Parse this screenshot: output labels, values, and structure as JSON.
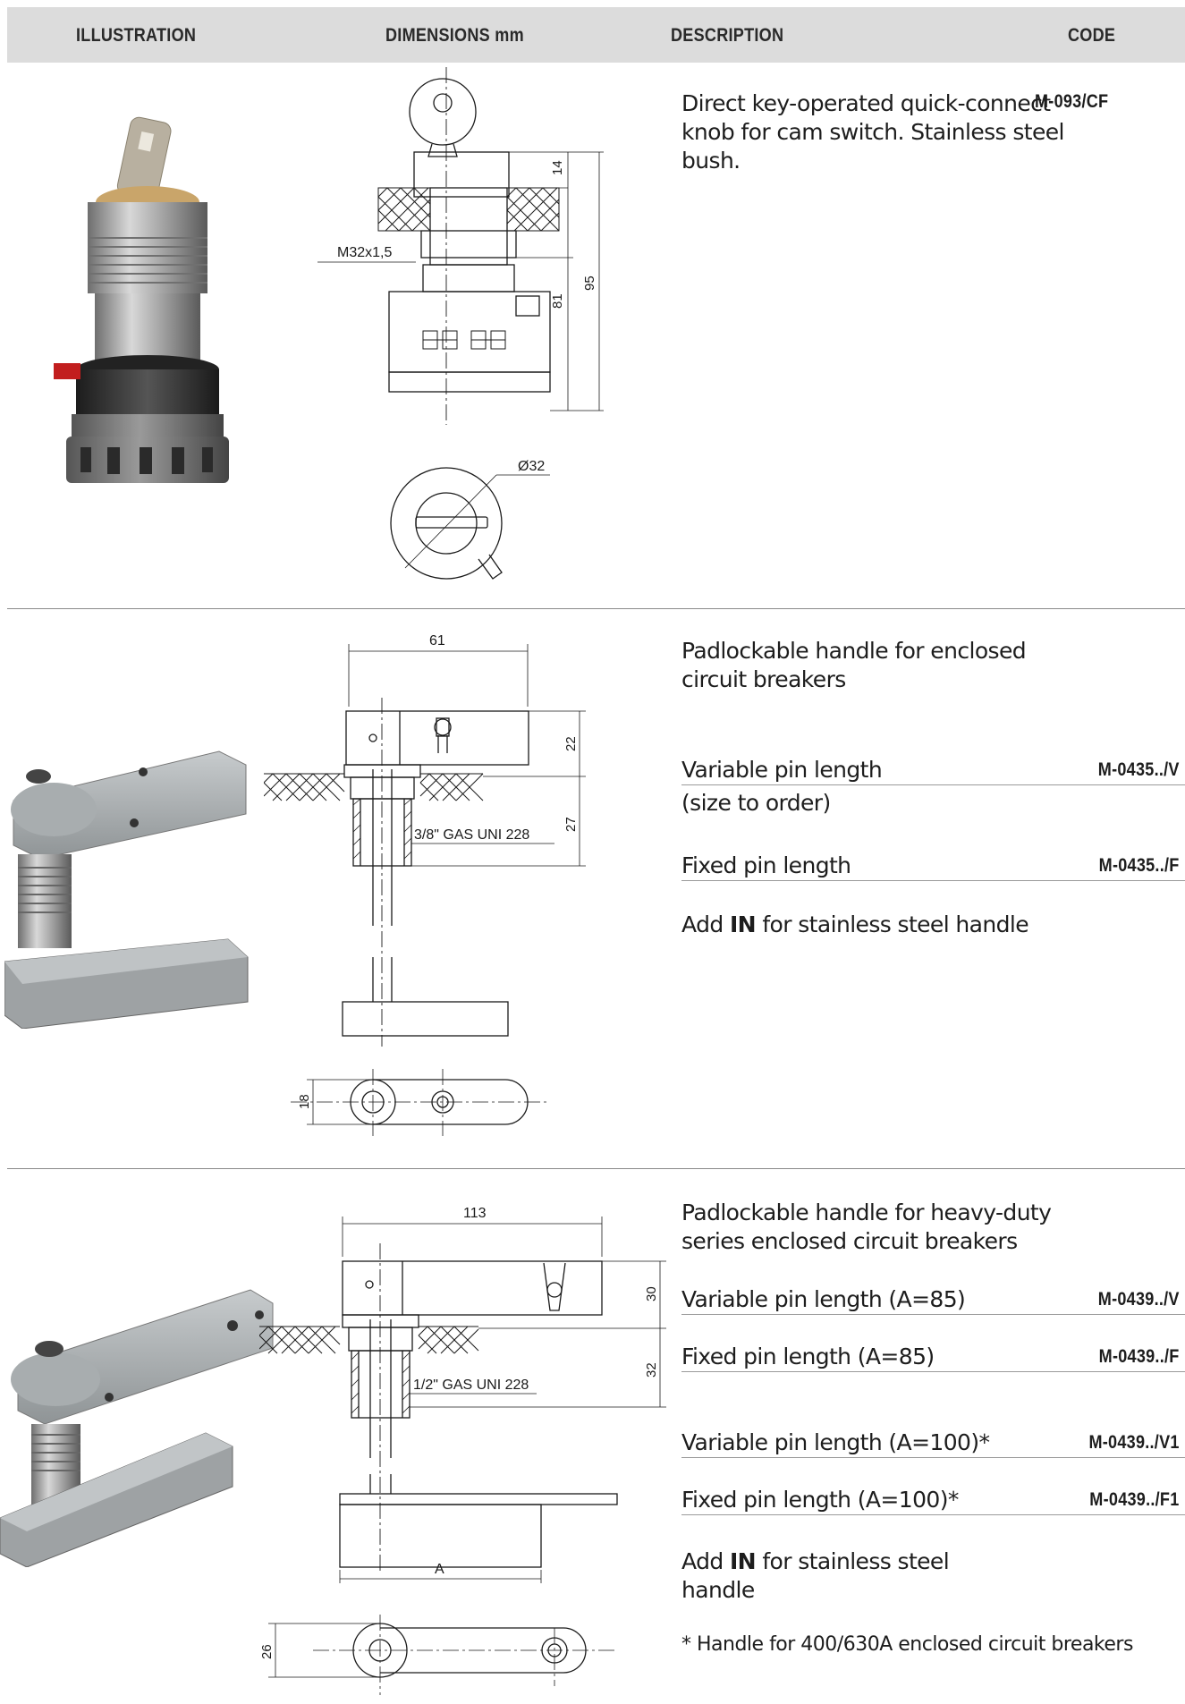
{
  "header": {
    "illustration": "ILLUSTRATION",
    "dimensions": "DIMENSIONS mm",
    "description": "DESCRIPTION",
    "code": "CODE"
  },
  "rows": [
    {
      "description": [
        "Direct key-operated quick-connect",
        "knob for cam switch. Stainless steel",
        "bush."
      ],
      "code": "M-093/CF",
      "dims": {
        "thread": "M32x1,5",
        "d14": "14",
        "d81": "81",
        "d95": "95",
        "dia": "Ø32"
      }
    },
    {
      "description": [
        "Padlockable handle for enclosed",
        "circuit breakers"
      ],
      "options": [
        {
          "label": "Variable pin length",
          "code": "M-0435../V"
        },
        {
          "label": "Fixed pin length",
          "code": "M-0435../F"
        }
      ],
      "size_note": "(size to order)",
      "add_note": {
        "pre": "Add ",
        "bold": "IN",
        "post": " for stainless steel handle"
      },
      "dims": {
        "d61": "61",
        "d22": "22",
        "d27": "27",
        "thread": "3/8\" GAS UNI 228",
        "d18": "18"
      }
    },
    {
      "description": [
        "Padlockable handle for heavy-duty",
        "series enclosed circuit breakers"
      ],
      "options": [
        {
          "label": "Variable pin length (A=85)",
          "code": "M-0439../V"
        },
        {
          "label": "Fixed pin length (A=85)",
          "code": "M-0439../F"
        },
        {
          "label": "Variable pin length (A=100)*",
          "code": "M-0439../V1"
        },
        {
          "label": "Fixed pin length (A=100)*",
          "code": "M-0439../F1"
        }
      ],
      "add_note": {
        "pre": "Add ",
        "bold": "IN",
        "post": " for stainless steel",
        "line2": "handle"
      },
      "footnote": "*  Handle for 400/630A enclosed circuit breakers",
      "dims": {
        "d113": "113",
        "d30": "30",
        "d32": "32",
        "thread": "1/2\" GAS UNI 228",
        "dA": "A",
        "d26": "26"
      }
    }
  ]
}
